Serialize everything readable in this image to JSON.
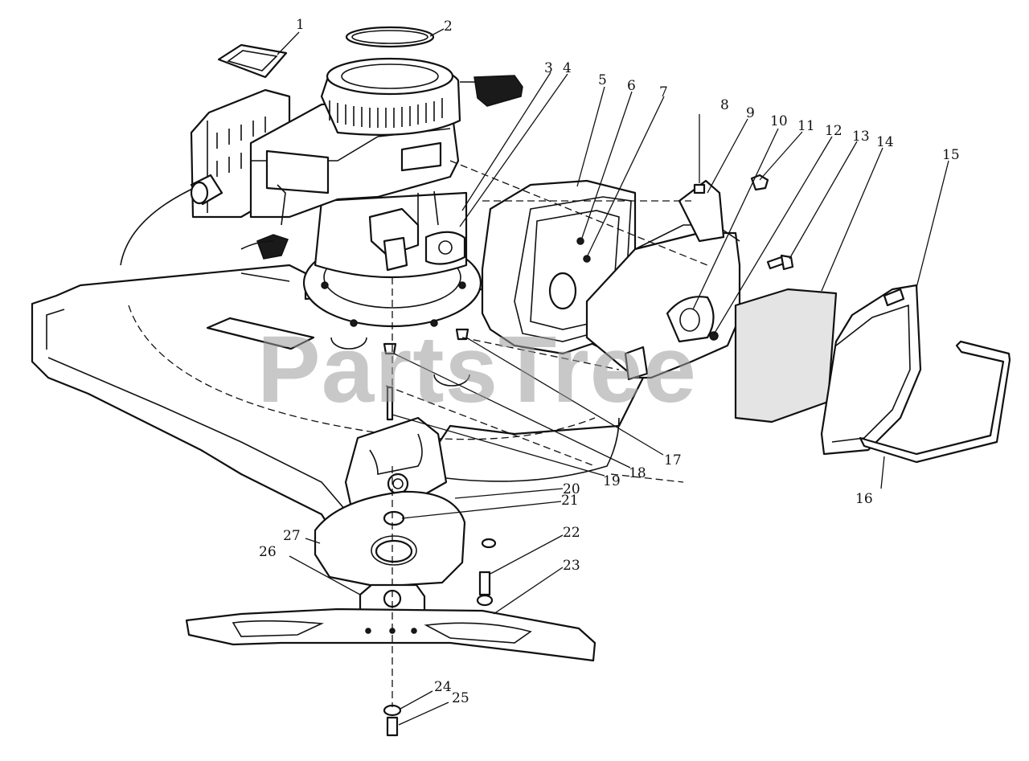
{
  "watermark": "PartsTree",
  "callouts": [
    {
      "id": "1",
      "label": "1"
    },
    {
      "id": "2",
      "label": "2"
    },
    {
      "id": "3",
      "label": "3"
    },
    {
      "id": "4",
      "label": "4"
    },
    {
      "id": "5",
      "label": "5"
    },
    {
      "id": "6",
      "label": "6"
    },
    {
      "id": "7",
      "label": "7"
    },
    {
      "id": "8",
      "label": "8"
    },
    {
      "id": "9",
      "label": "9"
    },
    {
      "id": "10",
      "label": "10"
    },
    {
      "id": "11",
      "label": "11"
    },
    {
      "id": "12",
      "label": "12"
    },
    {
      "id": "13",
      "label": "13"
    },
    {
      "id": "14",
      "label": "14"
    },
    {
      "id": "15",
      "label": "15"
    },
    {
      "id": "16",
      "label": "16"
    },
    {
      "id": "17",
      "label": "17"
    },
    {
      "id": "18",
      "label": "18"
    },
    {
      "id": "19",
      "label": "19"
    },
    {
      "id": "20",
      "label": "20"
    },
    {
      "id": "21",
      "label": "21"
    },
    {
      "id": "22",
      "label": "22"
    },
    {
      "id": "23",
      "label": "23"
    },
    {
      "id": "24",
      "label": "24"
    },
    {
      "id": "25",
      "label": "25"
    },
    {
      "id": "26",
      "label": "26"
    },
    {
      "id": "27",
      "label": "27"
    }
  ]
}
